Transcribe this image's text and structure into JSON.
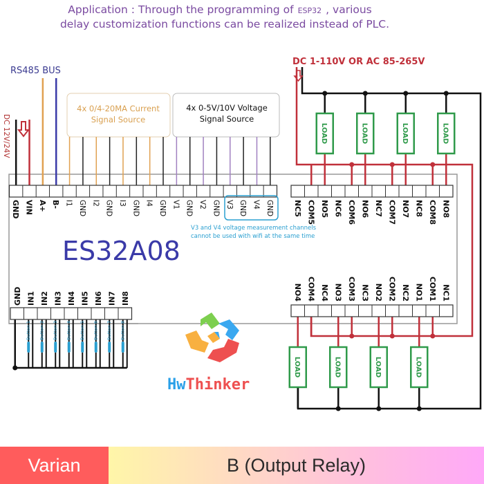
{
  "header": {
    "line1_a": "Application  : Through the programming of",
    "chip": "ESP32",
    "line1_b": ", various",
    "line2": "delay customization functions can be realized instead of PLC."
  },
  "power": {
    "rs485": "RS485 BUS",
    "dc_in": "DC 12V/24V",
    "relay_supply": "DC 1-110V OR AC 85-265V"
  },
  "boxes": {
    "current_1": "4x  0/4-20MA Current",
    "current_2": "Signal Source",
    "voltage_1": "4x  0-5V/10V Voltage",
    "voltage_2": "Signal Source"
  },
  "note": {
    "line1": "V3 and V4 voltage measurement channels",
    "line2": "cannot be used with wifi at the same time"
  },
  "board": {
    "model": "ES32A08"
  },
  "terminals": {
    "top_left": [
      "GND",
      "VIN",
      "A+",
      "B-",
      "I1",
      "GND",
      "I2",
      "GND",
      "I3",
      "GND",
      "I4",
      "GND",
      "V1",
      "GND",
      "V2",
      "GND",
      "V3",
      "GND",
      "V4",
      "GND"
    ],
    "top_right": [
      "NC5",
      "COM5",
      "NO5",
      "NC6",
      "COM6",
      "NO6",
      "NC7",
      "COM7",
      "NO7",
      "NC8",
      "COM8",
      "NO8"
    ],
    "bottom_right": [
      "NO4",
      "COM4",
      "NC4",
      "NO3",
      "COM3",
      "NC3",
      "NO2",
      "COM2",
      "NC2",
      "NO1",
      "COM1",
      "NC1"
    ],
    "inputs": [
      "GND",
      "IN1",
      "IN2",
      "IN3",
      "IN4",
      "IN5",
      "IN6",
      "IN7",
      "IN8"
    ]
  },
  "buttons": [
    "Button 1",
    "Button 2",
    "Button 3",
    "Button 4",
    "Button 5",
    "Button 6",
    "Button 7",
    "Button 8"
  ],
  "load_label": "LOAD",
  "logo": {
    "text_a": "Hw",
    "text_b": "Thinker"
  },
  "banner": {
    "left": "Varian",
    "right": "B (Output Relay)"
  },
  "colors": {
    "red": "#c0303a",
    "blue": "#3a3aa8",
    "orange": "#e0a050",
    "purple": "#a080c0",
    "cyan": "#2a9fd0",
    "green": "#2f9a4a"
  }
}
